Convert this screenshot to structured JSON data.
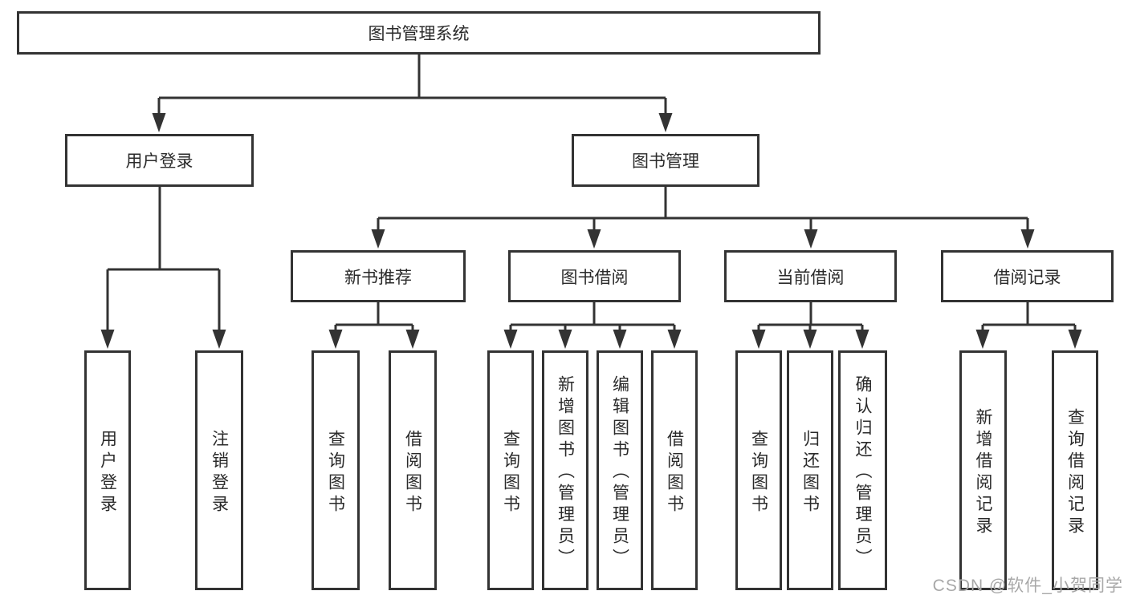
{
  "diagram": {
    "root": "图书管理系统",
    "level2": {
      "user_login": "用户登录",
      "book_management": "图书管理"
    },
    "level3": {
      "new_book_recommend": "新书推荐",
      "book_borrow": "图书借阅",
      "current_borrow": "当前借阅",
      "borrow_records": "借阅记录"
    },
    "leaves": {
      "user_login": [
        "用户登录",
        "注销登录"
      ],
      "new_book_recommend": [
        "查询图书",
        "借阅图书"
      ],
      "book_borrow": [
        "查询图书",
        "新增图书（管理员）",
        "编辑图书（管理员）",
        "借阅图书"
      ],
      "current_borrow": [
        "查询图书",
        "归还图书",
        "确认归还（管理员）"
      ],
      "borrow_records": [
        "新增借阅记录",
        "查询借阅记录"
      ]
    }
  },
  "watermark": "CSDN @软件_小贺同学",
  "colors": {
    "line": "#333333",
    "text": "#2a2a2a",
    "watermark": "#a8a8a8",
    "background": "#ffffff"
  }
}
